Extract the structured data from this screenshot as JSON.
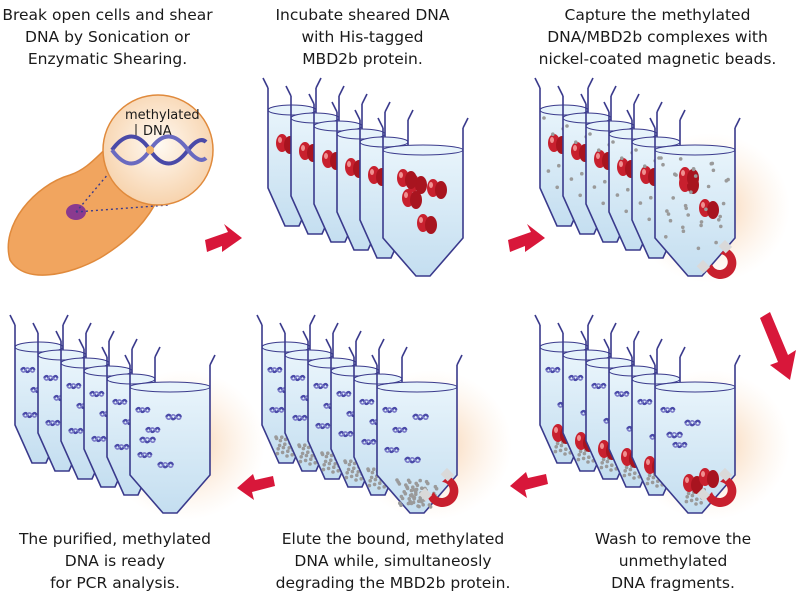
{
  "steps": [
    {
      "lines": [
        "Break open cells and shear",
        "DNA by Sonication or",
        "Enzymatic Shearing."
      ]
    },
    {
      "lines": [
        "Incubate sheared DNA",
        "with His-tagged",
        "MBD2b protein."
      ]
    },
    {
      "lines": [
        "Capture the methylated",
        "DNA/MBD2b complexes with",
        "nickel-coated magnetic beads."
      ]
    },
    {
      "lines": [
        "Wash to remove the",
        "unmethylated",
        "DNA fragments."
      ]
    },
    {
      "lines": [
        "Elute the bound, methylated",
        "DNA while, simultaneosly",
        "degrading the MBD2b protein."
      ]
    },
    {
      "lines": [
        "The purified, methylated",
        "DNA is ready",
        "for PCR analysis."
      ]
    }
  ],
  "cell_callout": {
    "label_line1": "methylated",
    "label_line2": "DNA"
  },
  "colors": {
    "arrow": "#d8173a",
    "tube_stroke": "#3a3a8c",
    "liquid": "#cfe6f5",
    "protein": "#c8202e",
    "cell": "#f0a05a",
    "dna": "#4a4aa8",
    "bead": "#9a9a9a",
    "magnet": "#c8202e"
  },
  "icons": [
    "right-arrow-icon",
    "down-arrow-icon",
    "left-arrow-icon",
    "magnet-icon"
  ]
}
